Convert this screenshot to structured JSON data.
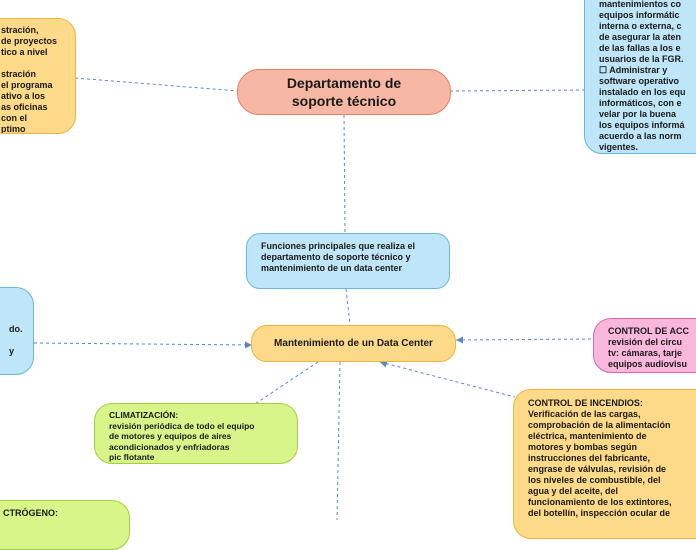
{
  "nodes": {
    "root": "Departamento de soporte técnico",
    "functions": "Funciones principales que realiza el departamento de soporte técnico y mantenimiento de un data center",
    "data_center": "Mantenimiento de un Data Center",
    "left_top": "stración,\nde proyectos\ntico a nivel\n\nstración\nel programa\nativo a los\nas oficinas\ncon el\nptimo\no.",
    "right_top": "mantenimientos co\nequipos informátic\ninterna o externa, c\nde asegurar la aten\nde las fallas a los e\nusuarios de la FGR.\n☐     Administrar y\nsoftware operativo\ninstalado en los equ\ninformáticos, con e\nvelar por la buena\nlos equipos informá\nacuerdo a las norm\nvigentes.",
    "left_mid": "do.\n\ny",
    "control_acceso": "CONTROL DE ACC\n revisión del circu\ntv: cámaras, tarje\nequipos audiovisu",
    "climatizacion": "CLIMATIZACIÓN:\n revisión periódica de todo el equipo\nde motores y equipos de aires\nacondicionados y enfriadoras\npic flotante",
    "incendios": "CONTROL DE INCENDIOS:\nVerificación de las cargas,\ncomprobación de la alimentación\neléctrica, mantenimiento de\nmotores y bombas según\ninstrucciones del fabricante,\nengrase de válvulas,  revisión de\nlos niveles de combustible, del\nagua y del aceite, del\nfuncionamiento de los extintores,\ndel botellín, inspección ocular de",
    "electrogeno": "CTRÓGENO:"
  },
  "colors": {
    "root_fill": "#f6b8a4",
    "blue_fill": "#bfe5f8",
    "orange_fill": "#fdd98a",
    "green_fill": "#d8f58a",
    "pink_fill": "#f9b7dc",
    "connector": "#5b86c9"
  }
}
